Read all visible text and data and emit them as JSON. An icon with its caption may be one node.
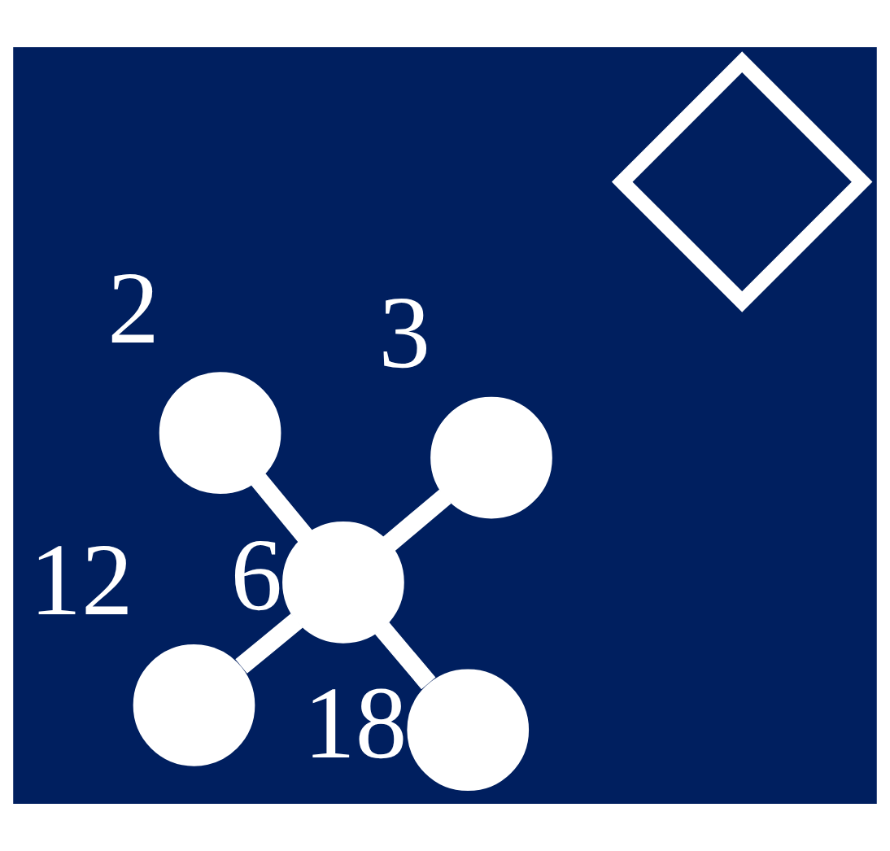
{
  "diagram": {
    "nodes": [
      {
        "text": [],
        "shape": "diamond"
      },
      {
        "text": [],
        "shape": "circle",
        "beside": [
          "12"
        ]
      },
      {
        "text": [],
        "shape": "circle",
        "beside": [
          "18"
        ]
      },
      {
        "text": [],
        "shape": "circle",
        "beside": [
          "6"
        ]
      },
      {
        "text": [],
        "shape": "circle",
        "beside": [
          "2"
        ]
      },
      {
        "text": [],
        "shape": "circle",
        "beside": [
          "3"
        ]
      }
    ],
    "edges": [
      {
        "from": 1,
        "to": 3,
        "arrow": "none"
      },
      {
        "from": 2,
        "to": 3,
        "arrow": "none"
      },
      {
        "from": 3,
        "to": 4,
        "arrow": "none"
      },
      {
        "from": 3,
        "to": 5,
        "arrow": "none"
      }
    ]
  }
}
